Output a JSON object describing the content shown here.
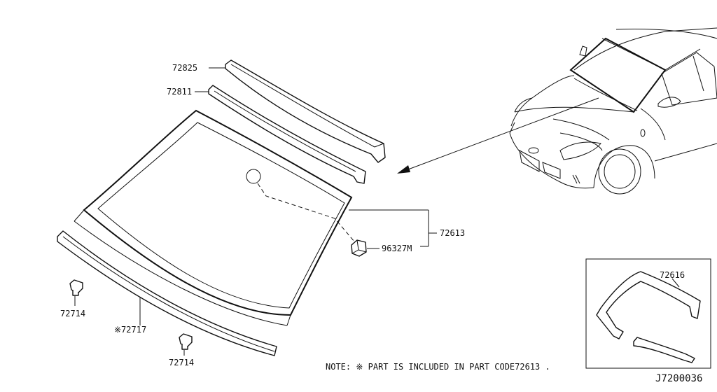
{
  "diagram": {
    "labels": {
      "p72825": "72825",
      "p72811": "72811",
      "p72613": "72613",
      "p96327m": "96327M",
      "p72714_left": "72714",
      "p72717": "※72717",
      "p72714_bottom": "72714",
      "p72616": "72616"
    },
    "note": "NOTE: ※ PART IS INCLUDED IN PART CODE72613 .",
    "diagram_code": "J7200036"
  }
}
